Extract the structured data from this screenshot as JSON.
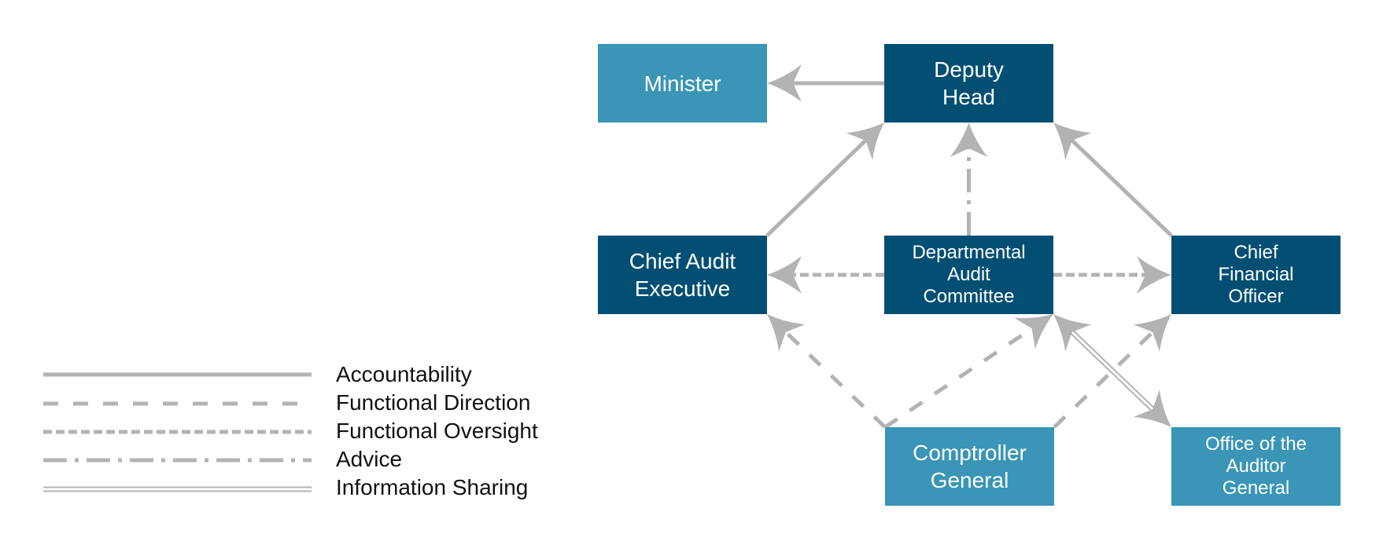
{
  "diagram": {
    "colors": {
      "primary_node": "#034f73",
      "secondary_node": "#3a95b6",
      "connector": "#b3b3b3",
      "text_on_node": "#ffffff",
      "legend_text": "#111111"
    },
    "nodes": [
      {
        "id": "minister",
        "label": "Minister",
        "style": "secondary"
      },
      {
        "id": "deputy_head",
        "label": "Deputy\nHead",
        "style": "primary"
      },
      {
        "id": "chief_audit_executive",
        "label": "Chief Audit\nExecutive",
        "style": "primary"
      },
      {
        "id": "departmental_audit_committee",
        "label": "Departmental\nAudit\nCommittee",
        "style": "primary"
      },
      {
        "id": "chief_financial_officer",
        "label": "Chief\nFinancial\nOfficer",
        "style": "primary"
      },
      {
        "id": "comptroller_general",
        "label": "Comptroller\nGeneral",
        "style": "secondary"
      },
      {
        "id": "office_auditor_general",
        "label": "Office of the\nAuditor\nGeneral",
        "style": "secondary"
      }
    ],
    "edges": [
      {
        "from": "deputy_head",
        "to": "minister",
        "type": "accountability"
      },
      {
        "from": "chief_audit_executive",
        "to": "deputy_head",
        "type": "accountability"
      },
      {
        "from": "chief_financial_officer",
        "to": "deputy_head",
        "type": "accountability"
      },
      {
        "from": "departmental_audit_committee",
        "to": "deputy_head",
        "type": "advice"
      },
      {
        "from": "departmental_audit_committee",
        "to": "chief_audit_executive",
        "type": "functional_oversight"
      },
      {
        "from": "departmental_audit_committee",
        "to": "chief_financial_officer",
        "type": "functional_oversight"
      },
      {
        "from": "comptroller_general",
        "to": "chief_audit_executive",
        "type": "functional_direction"
      },
      {
        "from": "comptroller_general",
        "to": "departmental_audit_committee",
        "type": "functional_direction"
      },
      {
        "from": "comptroller_general",
        "to": "chief_financial_officer",
        "type": "functional_direction"
      },
      {
        "from": "departmental_audit_committee",
        "to": "office_auditor_general",
        "type": "information_sharing",
        "bidirectional": true
      }
    ]
  },
  "legend": {
    "items": [
      {
        "type": "accountability",
        "label": "Accountability"
      },
      {
        "type": "functional_direction",
        "label": "Functional Direction"
      },
      {
        "type": "functional_oversight",
        "label": "Functional Oversight"
      },
      {
        "type": "advice",
        "label": "Advice"
      },
      {
        "type": "information_sharing",
        "label": "Information Sharing"
      }
    ]
  }
}
